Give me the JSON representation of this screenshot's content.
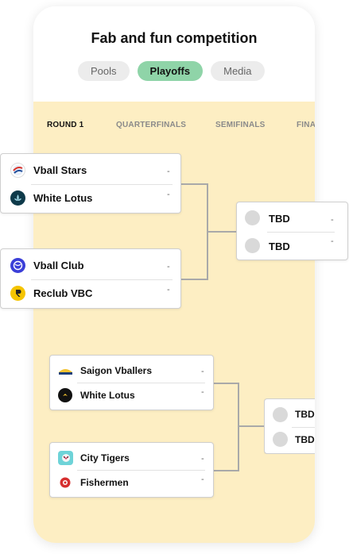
{
  "header": {
    "title": "Fab and fun competition"
  },
  "tabs": [
    {
      "label": "Pools",
      "active": false
    },
    {
      "label": "Playoffs",
      "active": true
    },
    {
      "label": "Media",
      "active": false
    }
  ],
  "rounds": [
    {
      "label": "ROUND 1",
      "active": true
    },
    {
      "label": "QUARTERFINALS",
      "active": false
    },
    {
      "label": "SEMIFINALS",
      "active": false
    },
    {
      "label": "FINA",
      "active": false
    }
  ],
  "matches": {
    "m1": {
      "team1": "Vball Stars",
      "score1": "-",
      "team2": "White Lotus",
      "score2": "-"
    },
    "m2": {
      "team1": "Vball Club",
      "score1": "-",
      "team2": "Reclub VBC",
      "score2": "-"
    },
    "m3": {
      "team1": "TBD",
      "score1": "-",
      "team2": "TBD",
      "score2": "-"
    },
    "m4": {
      "team1": "Saigon Vballers",
      "score1": "-",
      "team2": "White Lotus",
      "score2": "-"
    },
    "m5": {
      "team1": "City Tigers",
      "score1": "-",
      "team2": "Fishermen",
      "score2": "-"
    },
    "m6": {
      "team1": "TBD",
      "team2": "TBD"
    }
  },
  "colors": {
    "accent_tab": "#8fd4a8",
    "bracket_bg": "#fdeec3",
    "connector": "#a9a9a9"
  }
}
